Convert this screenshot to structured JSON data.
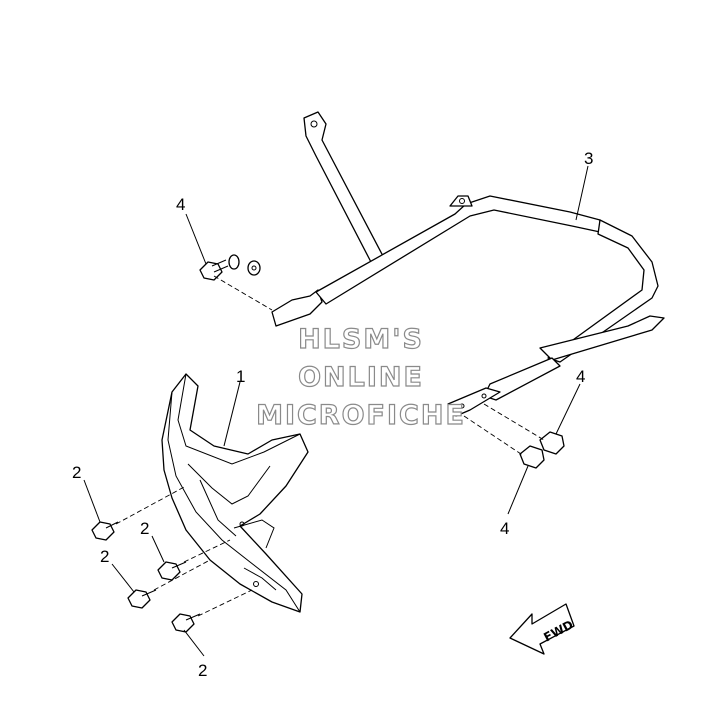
{
  "diagram": {
    "callouts": [
      {
        "id": "c1",
        "label": "1"
      },
      {
        "id": "c2a",
        "label": "2"
      },
      {
        "id": "c2b",
        "label": "2"
      },
      {
        "id": "c2c",
        "label": "2"
      },
      {
        "id": "c2d",
        "label": "2"
      },
      {
        "id": "c3",
        "label": "3"
      },
      {
        "id": "c4a",
        "label": "4"
      },
      {
        "id": "c4b",
        "label": "4"
      },
      {
        "id": "c4c",
        "label": "4"
      }
    ],
    "watermark": [
      "HLSM'S",
      "ONLINE",
      "MICROFICHE"
    ],
    "fwd_label": "FWD"
  }
}
